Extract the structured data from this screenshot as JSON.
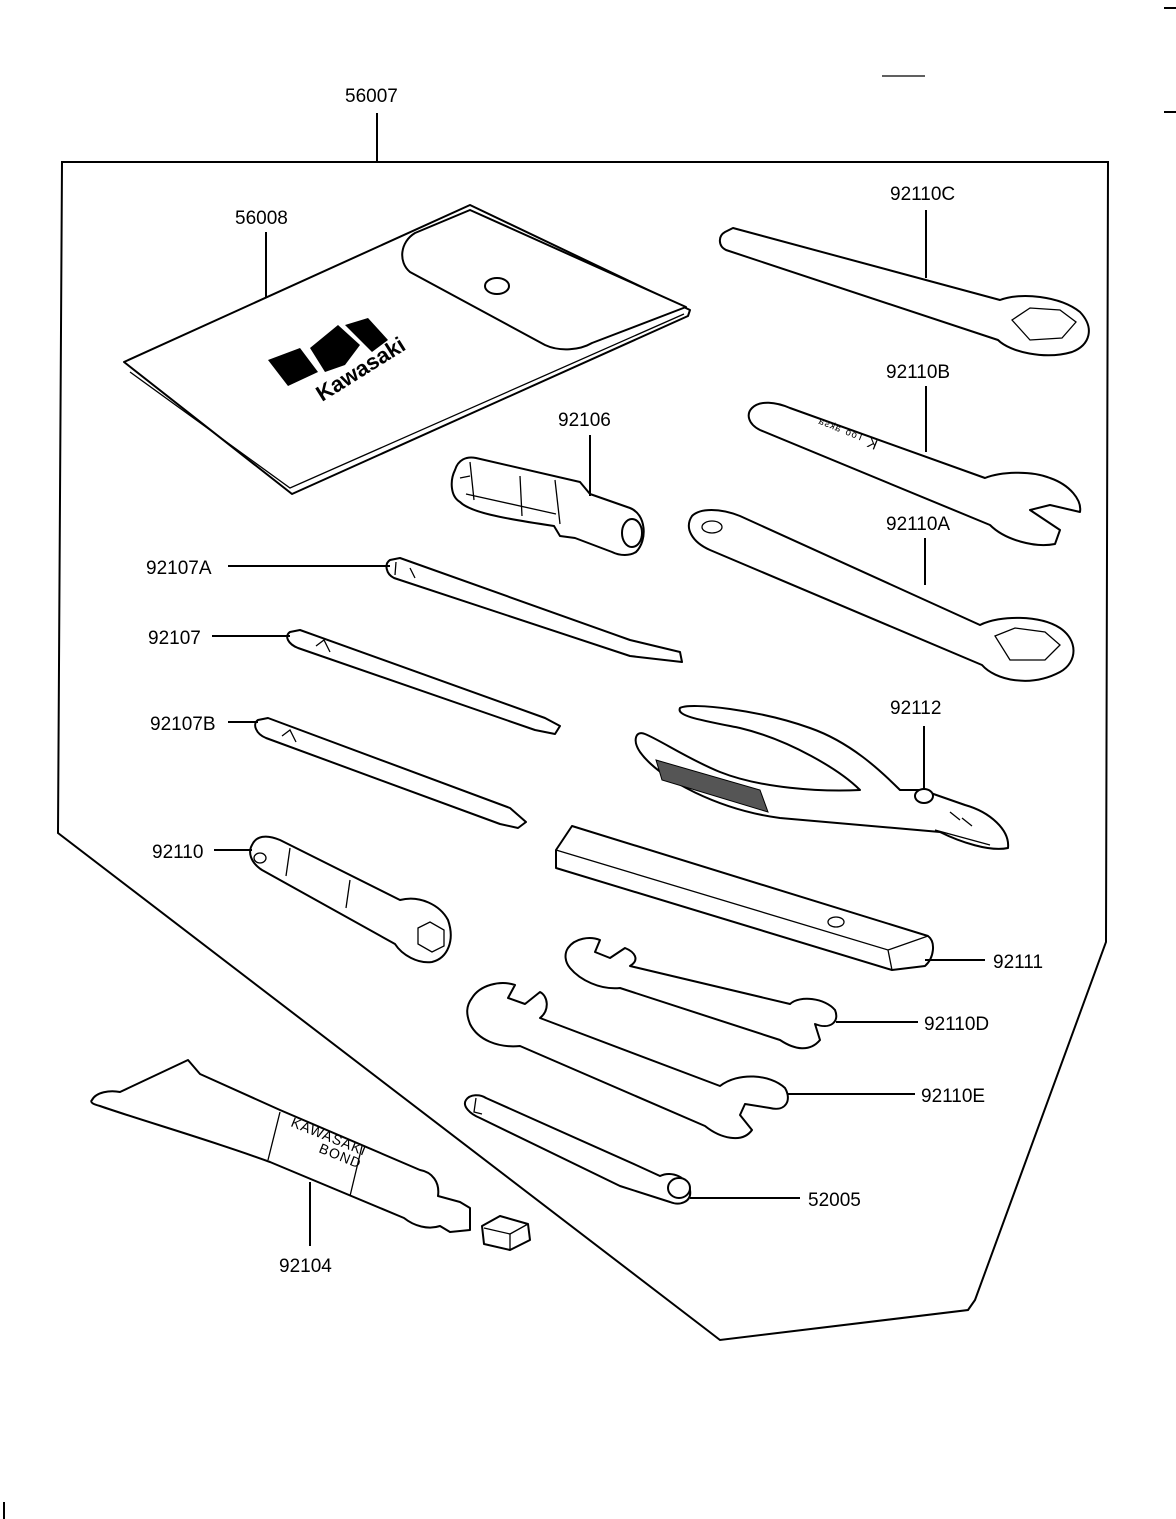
{
  "diagram": {
    "callouts": {
      "kit": "56007",
      "pouch": "56008",
      "wrench_c": "92110C",
      "wrench_b": "92110B",
      "wrench_a": "92110A",
      "handle": "92106",
      "screwdriver_a": "92107A",
      "screwdriver": "92107",
      "screwdriver_b": "92107B",
      "pliers": "92112",
      "socket_wrench": "92110",
      "bar": "92111",
      "wrench_d": "92110D",
      "wrench_e": "92110E",
      "bond_tube": "92104",
      "hex_key": "52005"
    },
    "pouch_logo": "Kawasaki",
    "wrench_b_marking": "K ᵀᵒᵒ ᵃᵏˢᵃ",
    "tube_text_line1": "KAWASAKI",
    "tube_text_line2": "BOND"
  }
}
